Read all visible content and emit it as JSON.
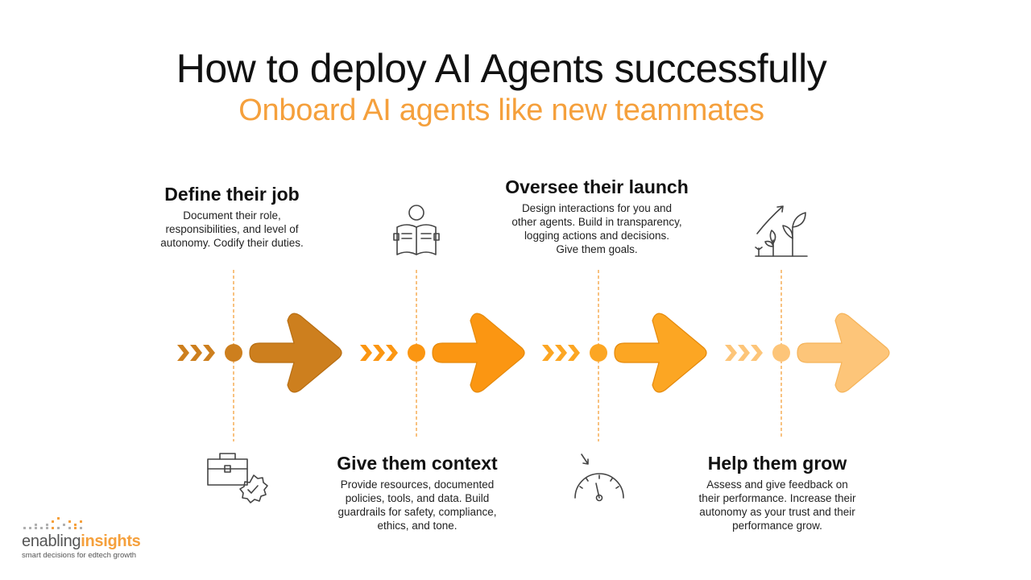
{
  "header": {
    "title": "How to deploy AI Agents successfully",
    "subtitle": "Onboard AI agents like new teammates"
  },
  "steps": [
    {
      "title": "Define their job",
      "desc": [
        "Document their role,",
        "responsibilities, and level of",
        "autonomy. Codify their duties."
      ],
      "icon": "briefcase-check-icon",
      "color": "#cd7f1e"
    },
    {
      "title": "Give them context",
      "desc": [
        "Provide resources, documented",
        "policies, tools, and data. Build",
        "guardrails for safety, compliance,",
        "ethics, and tone."
      ],
      "icon": "reading-person-icon",
      "color": "#fb9612"
    },
    {
      "title": "Oversee their launch",
      "desc": [
        "Design interactions for you and",
        "other agents. Build in transparency,",
        "logging actions and decisions.",
        "Give them goals."
      ],
      "icon": "speedometer-icon",
      "color": "#fca623"
    },
    {
      "title": "Help them grow",
      "desc": [
        "Assess and give feedback on",
        "their performance. Increase their",
        "autonomy as your trust and their",
        "performance grow."
      ],
      "icon": "growing-plants-icon",
      "color": "#fdc579"
    }
  ],
  "logo": {
    "word_light": "enabling",
    "word_bold": "insights",
    "tagline": "smart decisions for edtech growth"
  }
}
